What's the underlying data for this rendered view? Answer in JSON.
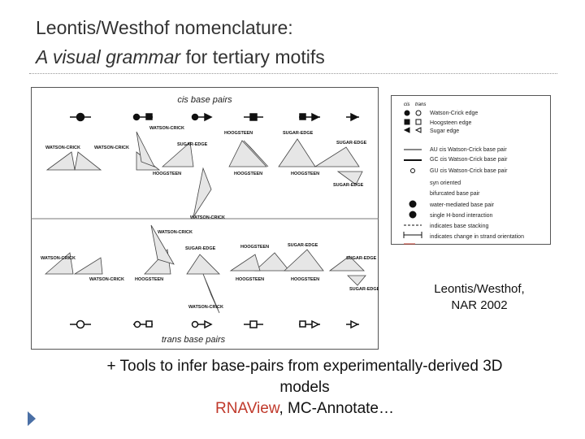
{
  "title": {
    "line1": "Leontis/Westhof nomenclature:",
    "line2_italic": "A visual grammar",
    "line2_rest": " for tertiary motifs"
  },
  "figure": {
    "cis_header": "cis base pairs",
    "trans_header": "trans base pairs",
    "edges": {
      "watson_crick": "WATSON-CRICK",
      "hoogsteen": "HOOGSTEEN",
      "sugar_edge": "SUGAR-EDGE"
    }
  },
  "legend": {
    "col_cis": "cis",
    "col_trans": "trans",
    "items": [
      "Watson-Crick edge",
      "Hoogsteen edge",
      "Sugar edge",
      "AU cis Watson-Crick base pair",
      "GC cis Watson-Crick base pair",
      "GU cis Watson-Crick base pair",
      "syn oriented",
      "bifurcated base pair",
      "water-mediated base pair",
      "single H-bond interaction",
      "indicates base stacking",
      "indicates change in strand orientation"
    ]
  },
  "citation": {
    "line1": "Leontis/Westhof,",
    "line2": "NAR 2002"
  },
  "tools": {
    "line1": "+ Tools to infer base-pairs from experimentally-derived 3D",
    "line2": "models",
    "link": "RNAView",
    "rest": ", MC-Annotate…"
  },
  "colors": {
    "link_red": "#c0392b",
    "bullet_blue": "#4a6fa5"
  }
}
